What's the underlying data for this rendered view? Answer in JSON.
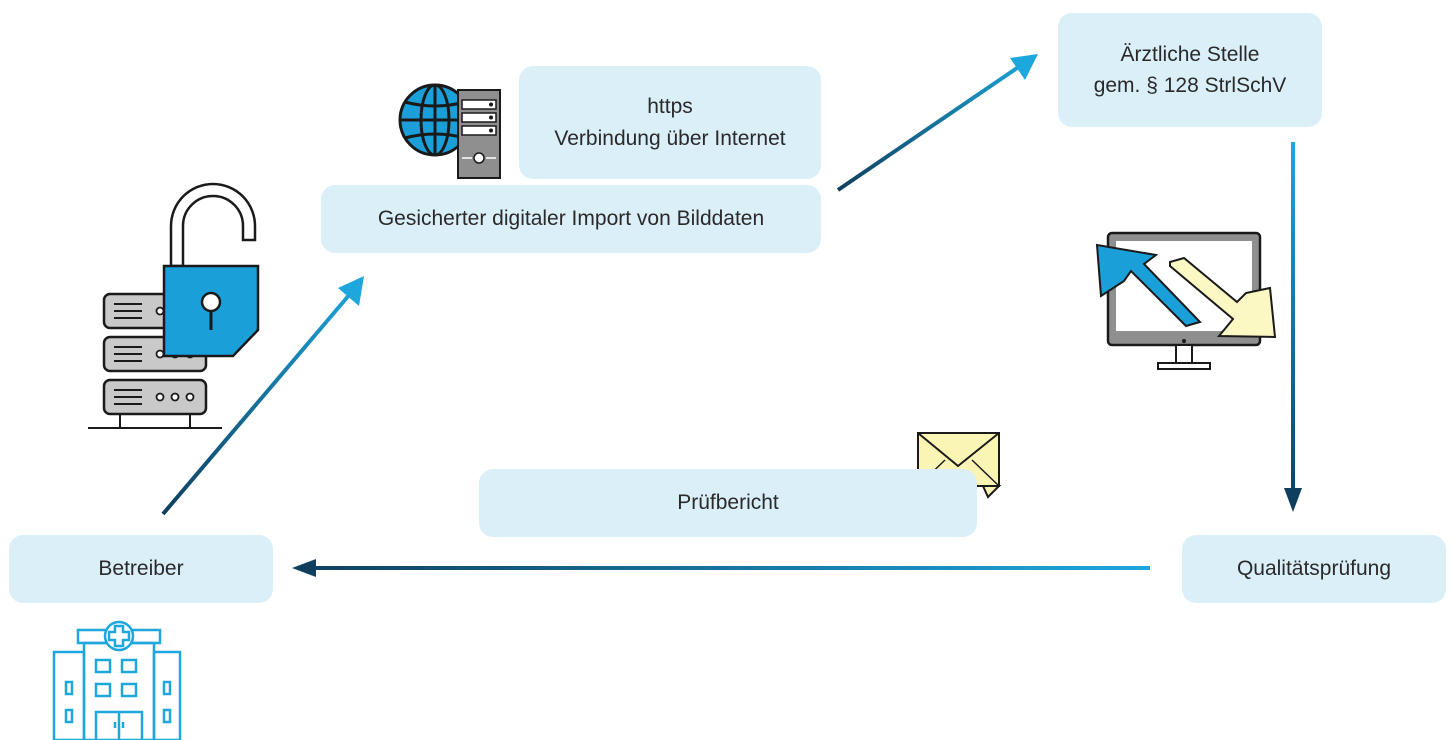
{
  "nodes": {
    "aerztliche_stelle": {
      "line1": "Ärztliche Stelle",
      "line2": "gem. § 128 StrlSchV"
    },
    "https_info": {
      "line1": "https",
      "line2": "Verbindung über Internet"
    },
    "import": {
      "label": "Gesicherter digitaler Import von Bilddaten"
    },
    "pruefbericht": {
      "label": "Prüfbericht"
    },
    "betreiber": {
      "label": "Betreiber"
    },
    "qualitaetspruefung": {
      "label": "Qualitätsprüfung"
    }
  },
  "icons": [
    "globe-icon",
    "server-tower-icon",
    "padlock-icon",
    "server-rack-icon",
    "monitor-exchange-icon",
    "envelope-icon",
    "hospital-icon"
  ],
  "colors": {
    "box_fill": "#dbeff9",
    "arrow_light": "#1ea7dd",
    "arrow_dark": "#0f3f5e",
    "lock_blue": "#1b9fd8",
    "monitor_arrow_blue": "#1b9fd8",
    "monitor_arrow_yellow": "#fbf8c4",
    "envelope_yellow": "#fbf5b5",
    "hospital_blue": "#1ea7dd"
  }
}
